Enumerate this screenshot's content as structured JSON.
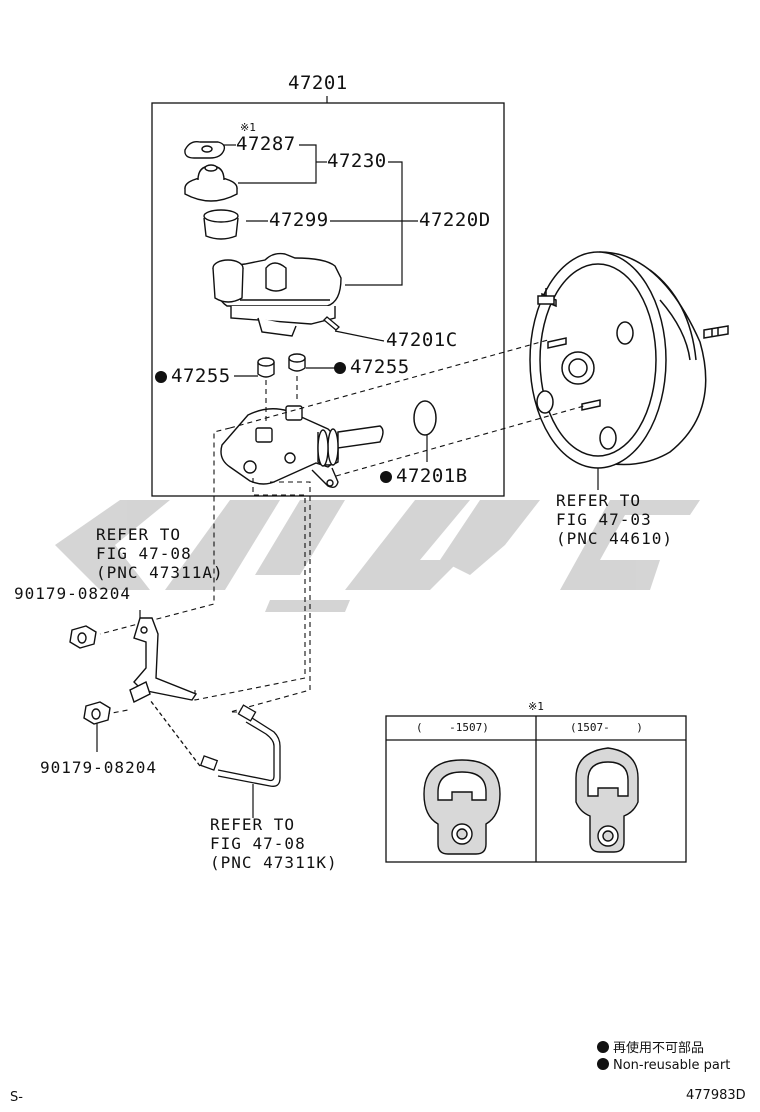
{
  "parts": {
    "assembly": "47201",
    "note_mark_top": "※1",
    "cap_gasket": "47287",
    "cap_assy": "47230",
    "strainer": "47299",
    "reservoir": "47220D",
    "pin": "47201C",
    "grommet_left": "47255",
    "grommet_right": "47255",
    "oring": "47201B",
    "nut_top": "90179-08204",
    "nut_bottom": "90179-08204"
  },
  "refers": {
    "booster": [
      "REFER TO",
      "FIG 47-03",
      "(PNC 44610)"
    ],
    "tube_upper": [
      "REFER TO",
      "FIG 47-08",
      "(PNC 47311A)"
    ],
    "tube_lower": [
      "REFER TO",
      "FIG 47-08",
      "(PNC 47311K)"
    ]
  },
  "inset": {
    "mark": "※1",
    "col_left": "(    -1507)",
    "col_right": "(1507-    )"
  },
  "legend": {
    "jp": "再使用不可部品",
    "en": "Non-reusable part"
  },
  "footer": {
    "left_code": "S-",
    "figure_id": "477983D"
  }
}
